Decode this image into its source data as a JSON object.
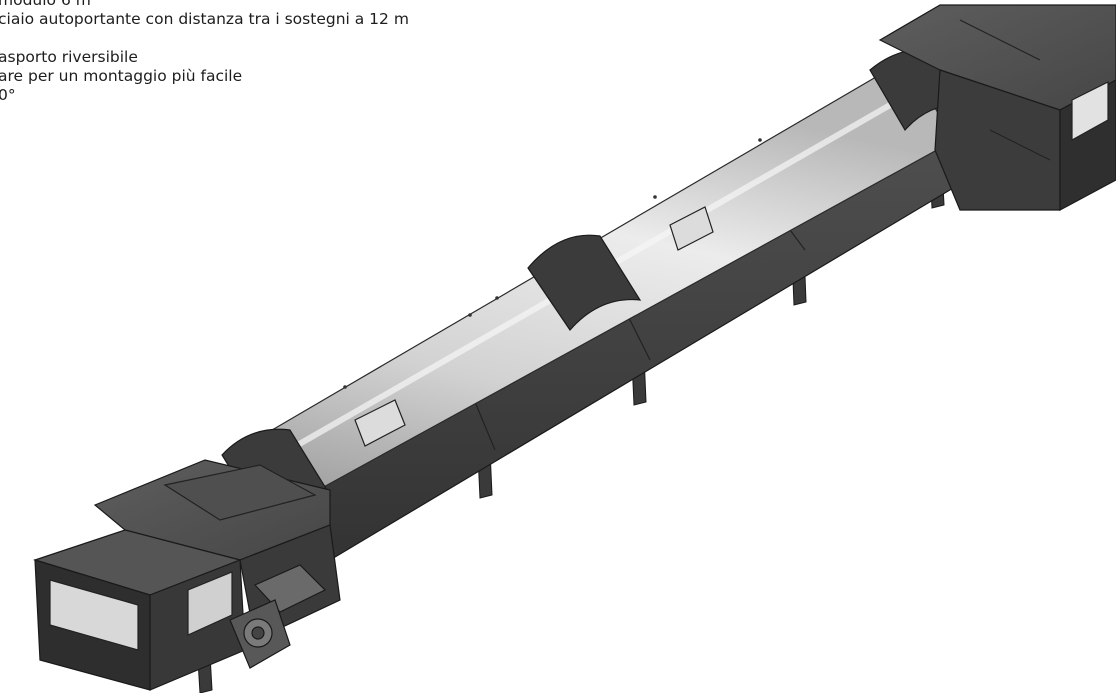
{
  "features": [
    "modulo 6 m",
    "ciaio autoportante con distanza tra i sostegni a 12 m",
    "",
    "asporto riversibile",
    "are per un montaggio più facile",
    "0°"
  ],
  "colors": {
    "background": "#ffffff",
    "text": "#1e1e1e",
    "body_dark": "#3b3b3b",
    "body_mid": "#4a4a4a",
    "body_light": "#5a5a5a",
    "tube_light": "#e6e6e6",
    "tube_mid": "#bdbdbd",
    "edge": "#1a1a1a"
  }
}
